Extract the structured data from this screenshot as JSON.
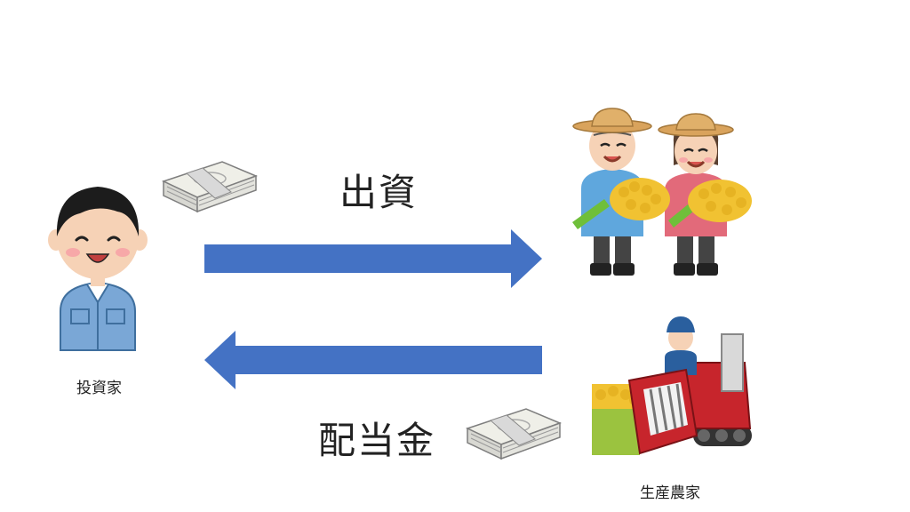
{
  "labels": {
    "investment": "出資",
    "dividend": "配当金",
    "investor": "投資家",
    "producer": "生産農家"
  },
  "colors": {
    "arrow": "#4472c4",
    "background": "#ffffff"
  },
  "icons": {
    "investor": "investor-person-icon",
    "farmers": "farmer-couple-icon",
    "harvester": "combine-harvester-icon",
    "money_top": "banknote-bundle-icon",
    "money_bottom": "banknote-bundle-icon"
  }
}
